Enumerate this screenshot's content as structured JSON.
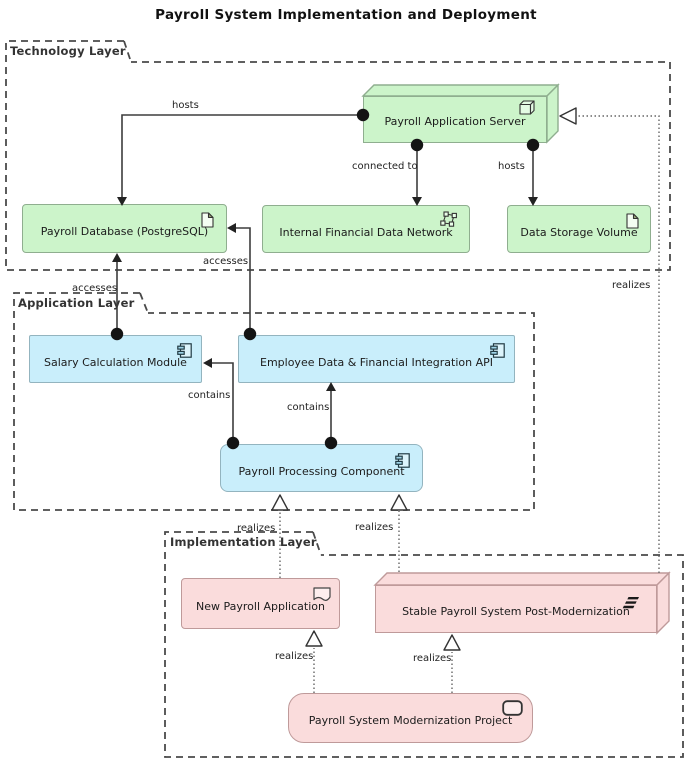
{
  "title": "Payroll System Implementation and Deployment",
  "layers": {
    "technology": {
      "label": "Technology Layer"
    },
    "application": {
      "label": "Application Layer"
    },
    "implementation": {
      "label": "Implementation Layer"
    }
  },
  "nodes": {
    "server": {
      "label": "Payroll Application Server",
      "type": "node",
      "icon": "node-cube-icon"
    },
    "database": {
      "label": "Payroll Database (PostgreSQL)",
      "type": "artifact",
      "icon": "artifact-icon"
    },
    "network": {
      "label": "Internal Financial Data Network",
      "type": "communication-network",
      "icon": "network-icon"
    },
    "storage": {
      "label": "Data Storage Volume",
      "type": "artifact",
      "icon": "artifact-icon"
    },
    "salary": {
      "label": "Salary Calculation Module",
      "type": "application-component",
      "icon": "component-icon"
    },
    "api": {
      "label": "Employee Data & Financial Integration API",
      "type": "application-component",
      "icon": "component-icon"
    },
    "ppc": {
      "label": "Payroll Processing Component",
      "type": "application-component",
      "icon": "component-icon"
    },
    "npa": {
      "label": "New Payroll Application",
      "type": "deliverable",
      "icon": "deliverable-icon"
    },
    "plateau": {
      "label": "Stable Payroll System Post-Modernization",
      "type": "plateau",
      "icon": "plateau-icon"
    },
    "project": {
      "label": "Payroll System Modernization Project",
      "type": "work-package",
      "icon": "work-package-icon"
    }
  },
  "edges": {
    "hosts_db": {
      "label": "hosts"
    },
    "connected_to": {
      "label": "connected to"
    },
    "hosts_storage": {
      "label": "hosts"
    },
    "accesses_salary_db": {
      "label": "accesses"
    },
    "accesses_api_db": {
      "label": "accesses"
    },
    "contains_salary": {
      "label": "contains"
    },
    "contains_api": {
      "label": "contains"
    },
    "realizes_npa_ppc": {
      "label": "realizes"
    },
    "realizes_plateau_ppc": {
      "label": "realizes"
    },
    "realizes_project_npa": {
      "label": "realizes"
    },
    "realizes_project_plateau": {
      "label": "realizes"
    },
    "realizes_plateau_server": {
      "label": "realizes"
    }
  },
  "colors": {
    "technology_fill": "#ccf4ca",
    "technology_border": "#8fae8f",
    "application_fill": "#c9eefb",
    "application_border": "#93b4bf",
    "implementation_fill": "#fadcdc",
    "implementation_border": "#bf9a9a",
    "line": "#3d3d3d",
    "group_border": "#4a4a4a",
    "text": "#1c1c1c"
  }
}
